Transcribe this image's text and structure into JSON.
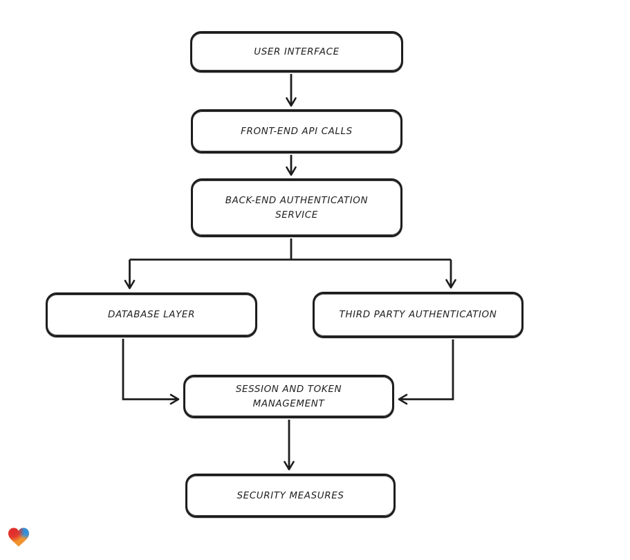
{
  "diagram": {
    "title": "authentication flow diagram",
    "colors": {
      "node_fill": "#ffffff",
      "node_stroke": "#1d1d1d",
      "connector": "#1d1d1d",
      "background": "#ffffff",
      "text": "#1f1f1f"
    },
    "nodes": [
      {
        "id": "user-interface",
        "label": "USER INTERFACE"
      },
      {
        "id": "front-end-api-calls",
        "label": "FRONT-END API CALLS"
      },
      {
        "id": "back-end-authentication-service",
        "label": "BACK-END AUTHENTICATION SERVICE"
      },
      {
        "id": "database-layer",
        "label": "DATABASE LAYER"
      },
      {
        "id": "third-party-authentication",
        "label": "THIRD PARTY AUTHENTICATION"
      },
      {
        "id": "session-and-token-management",
        "label": "SESSION AND TOKEN MANAGEMENT"
      },
      {
        "id": "security-measures",
        "label": "SECURITY MEASURES"
      }
    ],
    "edges": [
      {
        "from": "user-interface",
        "to": "front-end-api-calls"
      },
      {
        "from": "front-end-api-calls",
        "to": "back-end-authentication-service"
      },
      {
        "from": "back-end-authentication-service",
        "to": "database-layer"
      },
      {
        "from": "back-end-authentication-service",
        "to": "third-party-authentication"
      },
      {
        "from": "database-layer",
        "to": "session-and-token-management"
      },
      {
        "from": "third-party-authentication",
        "to": "session-and-token-management"
      },
      {
        "from": "session-and-token-management",
        "to": "security-measures"
      }
    ]
  },
  "branding": {
    "logo_name": "gradient-heart-logo",
    "logo_colors": [
      "#e12a2e",
      "#2aa86f",
      "#2b8fe3",
      "#f0932f"
    ]
  }
}
